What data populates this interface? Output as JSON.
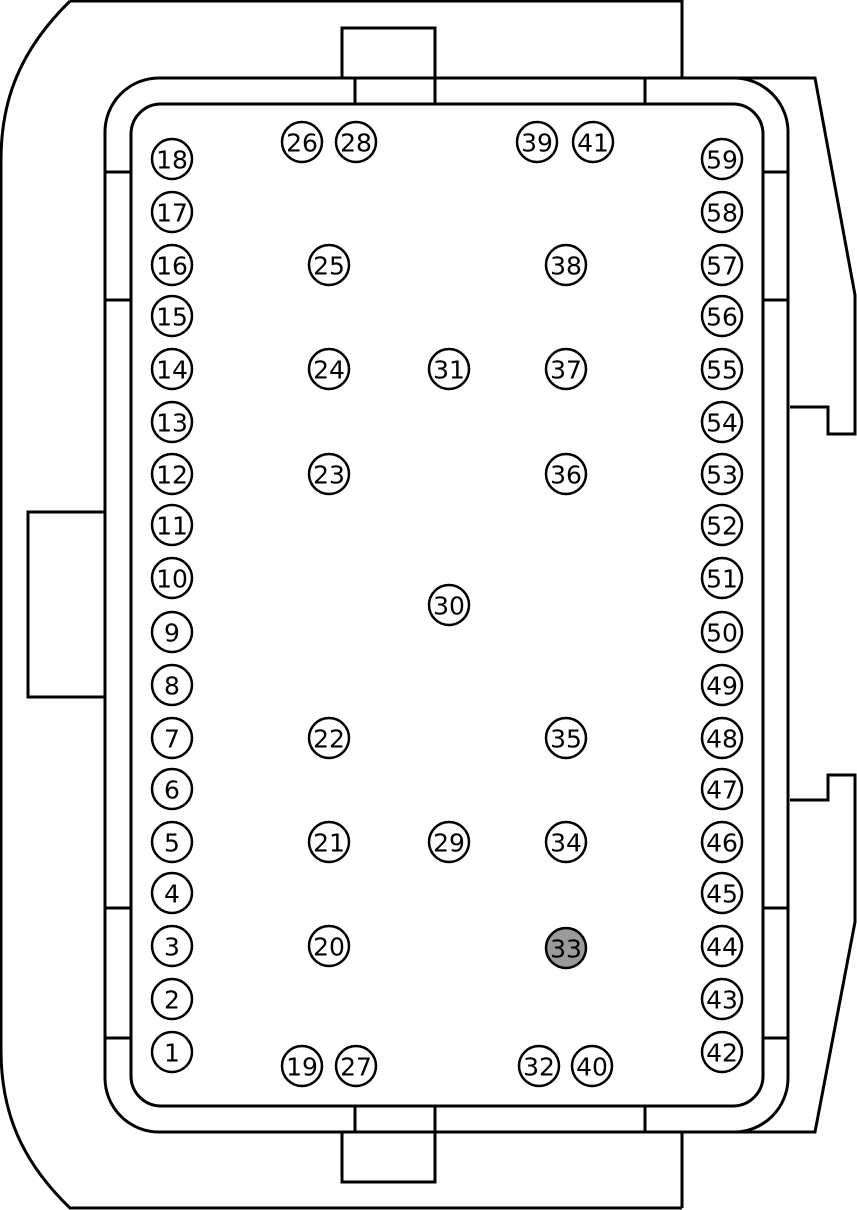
{
  "pins": [
    {
      "label": "1",
      "highlighted": false
    },
    {
      "label": "2",
      "highlighted": false
    },
    {
      "label": "3",
      "highlighted": false
    },
    {
      "label": "4",
      "highlighted": false
    },
    {
      "label": "5",
      "highlighted": false
    },
    {
      "label": "6",
      "highlighted": false
    },
    {
      "label": "7",
      "highlighted": false
    },
    {
      "label": "8",
      "highlighted": false
    },
    {
      "label": "9",
      "highlighted": false
    },
    {
      "label": "10",
      "highlighted": false
    },
    {
      "label": "11",
      "highlighted": false
    },
    {
      "label": "12",
      "highlighted": false
    },
    {
      "label": "13",
      "highlighted": false
    },
    {
      "label": "14",
      "highlighted": false
    },
    {
      "label": "15",
      "highlighted": false
    },
    {
      "label": "16",
      "highlighted": false
    },
    {
      "label": "17",
      "highlighted": false
    },
    {
      "label": "18",
      "highlighted": false
    },
    {
      "label": "19",
      "highlighted": false
    },
    {
      "label": "20",
      "highlighted": false
    },
    {
      "label": "21",
      "highlighted": false
    },
    {
      "label": "22",
      "highlighted": false
    },
    {
      "label": "23",
      "highlighted": false
    },
    {
      "label": "24",
      "highlighted": false
    },
    {
      "label": "25",
      "highlighted": false
    },
    {
      "label": "26",
      "highlighted": false
    },
    {
      "label": "27",
      "highlighted": false
    },
    {
      "label": "28",
      "highlighted": false
    },
    {
      "label": "29",
      "highlighted": false
    },
    {
      "label": "30",
      "highlighted": false
    },
    {
      "label": "31",
      "highlighted": false
    },
    {
      "label": "32",
      "highlighted": false
    },
    {
      "label": "33",
      "highlighted": true
    },
    {
      "label": "34",
      "highlighted": false
    },
    {
      "label": "35",
      "highlighted": false
    },
    {
      "label": "36",
      "highlighted": false
    },
    {
      "label": "37",
      "highlighted": false
    },
    {
      "label": "38",
      "highlighted": false
    },
    {
      "label": "39",
      "highlighted": false
    },
    {
      "label": "40",
      "highlighted": false
    },
    {
      "label": "41",
      "highlighted": false
    },
    {
      "label": "42",
      "highlighted": false
    },
    {
      "label": "43",
      "highlighted": false
    },
    {
      "label": "44",
      "highlighted": false
    },
    {
      "label": "45",
      "highlighted": false
    },
    {
      "label": "46",
      "highlighted": false
    },
    {
      "label": "47",
      "highlighted": false
    },
    {
      "label": "48",
      "highlighted": false
    },
    {
      "label": "49",
      "highlighted": false
    },
    {
      "label": "50",
      "highlighted": false
    },
    {
      "label": "51",
      "highlighted": false
    },
    {
      "label": "52",
      "highlighted": false
    },
    {
      "label": "53",
      "highlighted": false
    },
    {
      "label": "54",
      "highlighted": false
    },
    {
      "label": "55",
      "highlighted": false
    },
    {
      "label": "56",
      "highlighted": false
    },
    {
      "label": "57",
      "highlighted": false
    },
    {
      "label": "58",
      "highlighted": false
    },
    {
      "label": "59",
      "highlighted": false
    }
  ],
  "colors": {
    "stroke": "#000000",
    "pin_fill": "#ffffff",
    "highlight_fill": "#9a9a9a",
    "highlight_text": "#555555"
  }
}
